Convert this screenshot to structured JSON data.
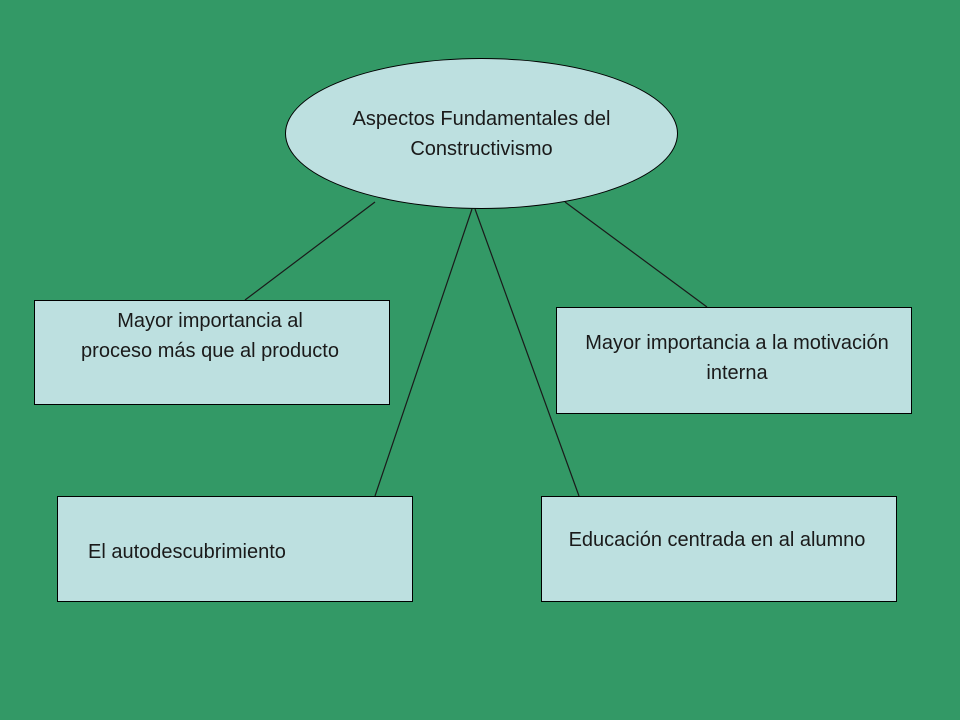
{
  "diagram": {
    "central": "Aspectos Fundamentales del Constructivismo",
    "nodes": [
      "Mayor importancia al proceso más que al producto",
      "Mayor importancia a la motivación interna",
      "El autodescubrimiento",
      "Educación centrada en al alumno"
    ]
  },
  "colors": {
    "background": "#339966",
    "shape_fill": "#bde0e0",
    "line": "#1a1a1a"
  }
}
